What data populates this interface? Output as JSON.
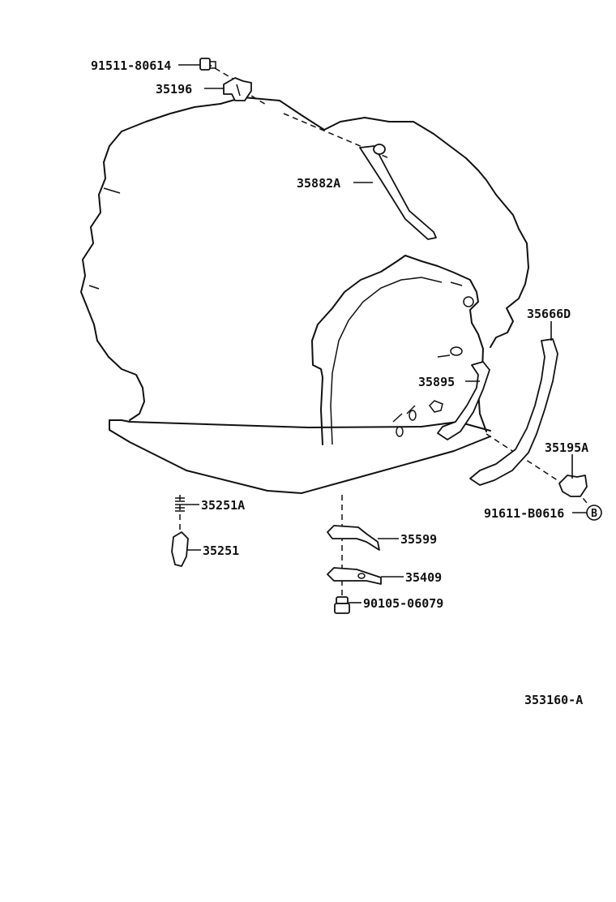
{
  "parts": {
    "p91511": "91511-80614",
    "p35196": "35196",
    "p35882A": "35882A",
    "p35666D": "35666D",
    "p35895": "35895",
    "p35195A": "35195A",
    "p91611": "91611-B0616",
    "p35251A": "35251A",
    "p35251": "35251",
    "p35599": "35599",
    "p35409": "35409",
    "p90105": "90105-06079"
  },
  "callout_b": "B",
  "figure_id": "353160-A"
}
